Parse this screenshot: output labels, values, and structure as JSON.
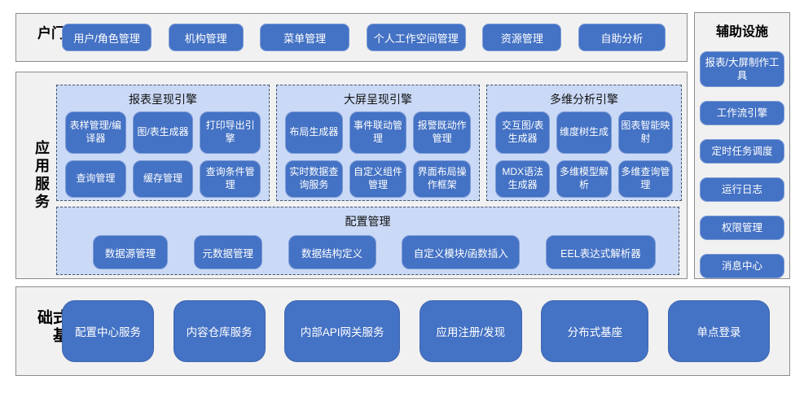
{
  "portal": {
    "label": "门户",
    "items": [
      "用户/角色管理",
      "机构管理",
      "菜单管理",
      "个人工作空间管理",
      "资源管理",
      "自助分析"
    ]
  },
  "app_services": {
    "label": "应用服务",
    "groups": [
      {
        "title": "报表呈现引擎",
        "items": [
          "表样管理/编译器",
          "图/表生成器",
          "打印导出引擎",
          "查询管理",
          "缓存管理",
          "查询条件管理"
        ]
      },
      {
        "title": "大屏呈现引擎",
        "items": [
          "布局生成器",
          "事件联动管理",
          "报警既动作管理",
          "实时数据查询服务",
          "自定义组件管理",
          "界面布局操作框架"
        ]
      },
      {
        "title": "多维分析引擎",
        "items": [
          "交互图/表生成器",
          "维度树生成",
          "图表智能映射",
          "MDX语法生成器",
          "多维模型解析",
          "多维查询管理"
        ]
      }
    ],
    "config": {
      "title": "配置管理",
      "items": [
        "数据源管理",
        "元数据管理",
        "数据结构定义",
        "自定义模块/函数插入",
        "EEL表达式解析器"
      ]
    }
  },
  "distributed": {
    "label": "分布式基础",
    "items": [
      "配置中心服务",
      "内容仓库服务",
      "内部API网关服务",
      "应用注册/发现",
      "分布式基座",
      "单点登录"
    ]
  },
  "auxiliary": {
    "title": "辅助设施",
    "items": [
      "报表/大屏制作工具",
      "工作流引擎",
      "定时任务调度",
      "运行日志",
      "权限管理",
      "消息中心"
    ]
  },
  "colors": {
    "button_fill": "#4472C4",
    "button_border_light": "#7C9BD6",
    "group_fill": "#CAD9F6",
    "group_dashed_border": "#44546A",
    "panel_fill": "#F1F1F1",
    "panel_border": "#8C8C8C",
    "button_text": "#FFFFFF",
    "label_text": "#000000"
  }
}
